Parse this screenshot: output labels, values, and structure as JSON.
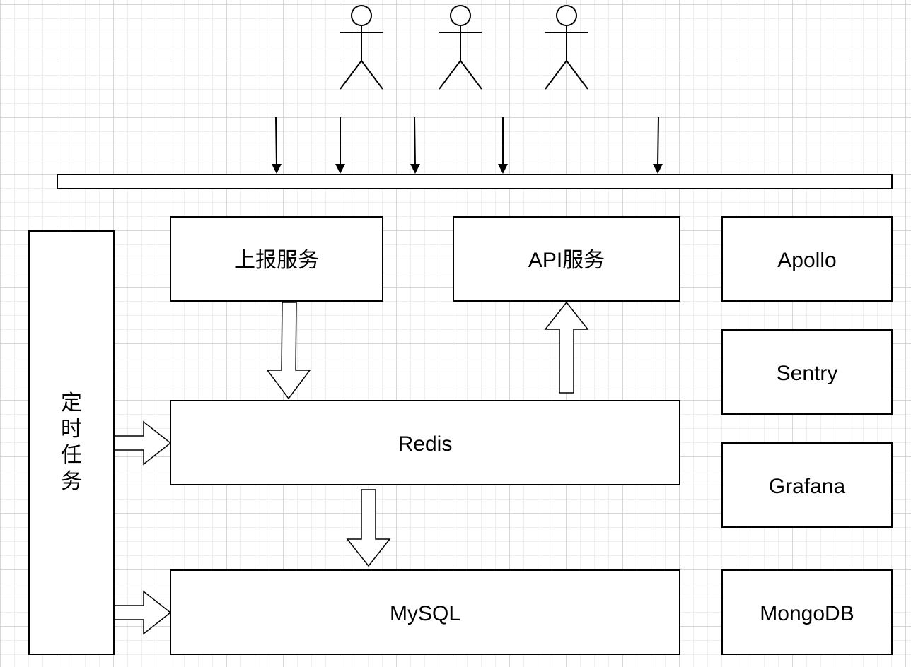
{
  "nodes": {
    "report_service": "上报服务",
    "api_service": "API服务",
    "redis": "Redis",
    "mysql": "MySQL",
    "cron_job": [
      "定",
      "时",
      "任",
      "务"
    ],
    "apollo": "Apollo",
    "sentry": "Sentry",
    "grafana": "Grafana",
    "mongodb": "MongoDB"
  },
  "actors": {
    "count": 3
  }
}
